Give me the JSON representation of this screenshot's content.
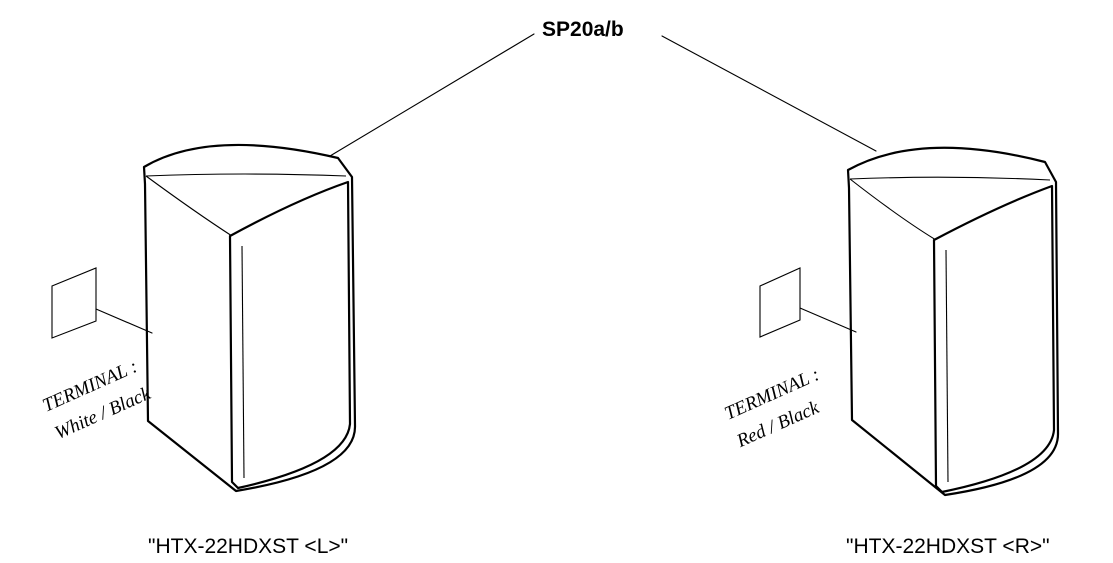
{
  "part_label": "SP20a/b",
  "speakers": [
    {
      "model_label": "\"HTX-22HDXST <L>\"",
      "terminal_line1": "TERMINAL :",
      "terminal_line2": "White / Black"
    },
    {
      "model_label": "\"HTX-22HDXST <R>\"",
      "terminal_line1": "TERMINAL :",
      "terminal_line2": "Red / Black"
    }
  ]
}
